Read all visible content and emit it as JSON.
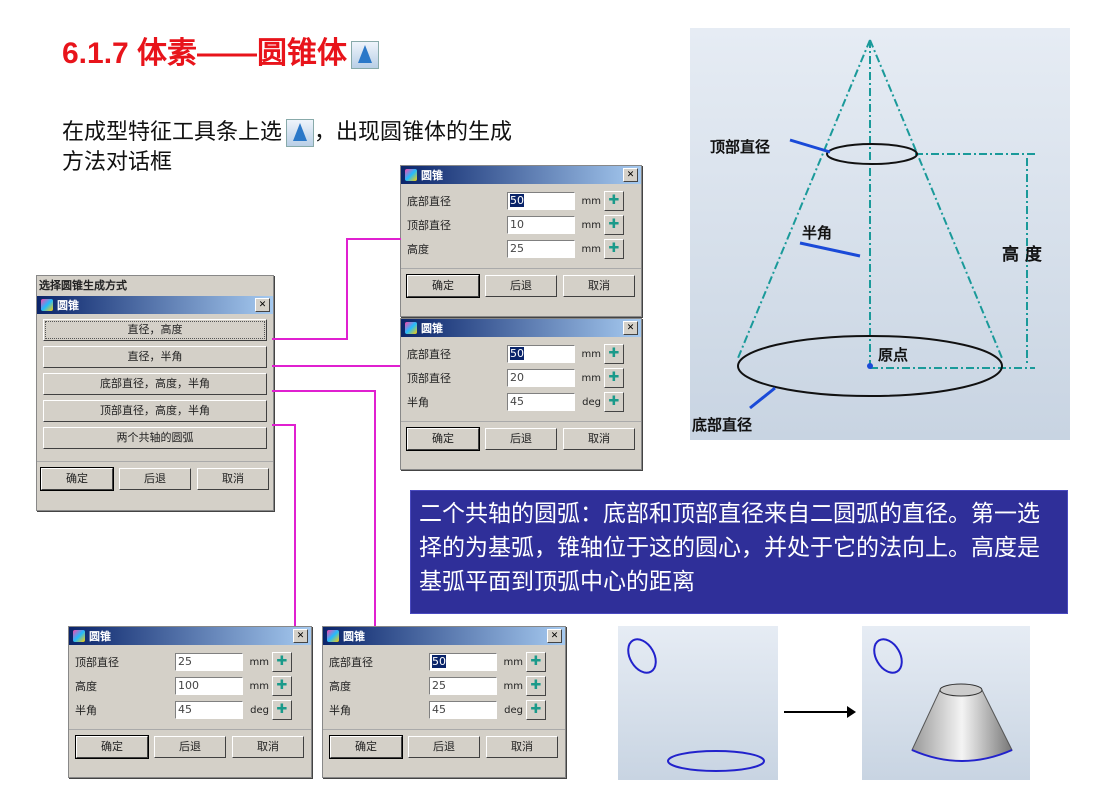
{
  "title": "6.1.7 体素——圆锥体",
  "intro": {
    "before": "在成型特征工具条上选",
    "after": "，出现圆锥体的生成方法对话框"
  },
  "method_dialog": {
    "heading": "选择圆锥生成方式",
    "title": "圆锥",
    "options": [
      "直径，高度",
      "直径，半角",
      "底部直径，高度，半角",
      "顶部直径，高度，半角",
      "两个共轴的圆弧"
    ],
    "buttons": [
      "确定",
      "后退",
      "取消"
    ]
  },
  "dialogs": [
    {
      "id": "diam-height",
      "title": "圆锥",
      "rows": [
        {
          "label": "底部直径",
          "value": "50",
          "unit": "mm",
          "selected": true
        },
        {
          "label": "顶部直径",
          "value": "10",
          "unit": "mm"
        },
        {
          "label": "高度",
          "value": "25",
          "unit": "mm"
        }
      ],
      "buttons": [
        "确定",
        "后退",
        "取消"
      ]
    },
    {
      "id": "diam-halfangle",
      "title": "圆锥",
      "rows": [
        {
          "label": "底部直径",
          "value": "50",
          "unit": "mm",
          "selected": true
        },
        {
          "label": "顶部直径",
          "value": "20",
          "unit": "mm"
        },
        {
          "label": "半角",
          "value": "45",
          "unit": "deg"
        }
      ],
      "buttons": [
        "确定",
        "后退",
        "取消"
      ]
    },
    {
      "id": "top-height-angle",
      "title": "圆锥",
      "rows": [
        {
          "label": "顶部直径",
          "value": "25",
          "unit": "mm"
        },
        {
          "label": "高度",
          "value": "100",
          "unit": "mm"
        },
        {
          "label": "半角",
          "value": "45",
          "unit": "deg"
        }
      ],
      "buttons": [
        "确定",
        "后退",
        "取消"
      ]
    },
    {
      "id": "base-height-angle",
      "title": "圆锥",
      "rows": [
        {
          "label": "底部直径",
          "value": "50",
          "unit": "mm",
          "selected": true
        },
        {
          "label": "高度",
          "value": "25",
          "unit": "mm"
        },
        {
          "label": "半角",
          "value": "45",
          "unit": "deg"
        }
      ],
      "buttons": [
        "确定",
        "后退",
        "取消"
      ]
    }
  ],
  "diagram": {
    "top_diameter": "顶部直径",
    "half_angle": "半角",
    "height": "高 度",
    "origin": "原点",
    "base_diameter": "底部直径"
  },
  "note": "二个共轴的圆弧：底部和顶部直径来自二圆弧的直径。第一选择的为基弧，锥轴位于这的圆心，并处于它的法向上。高度是基弧平面到顶弧中心的距离",
  "colors": {
    "title": "#e8141b",
    "note_bg": "#2f2f99",
    "wire": "#e020d0",
    "diagram_line": "#1a9a9a"
  }
}
